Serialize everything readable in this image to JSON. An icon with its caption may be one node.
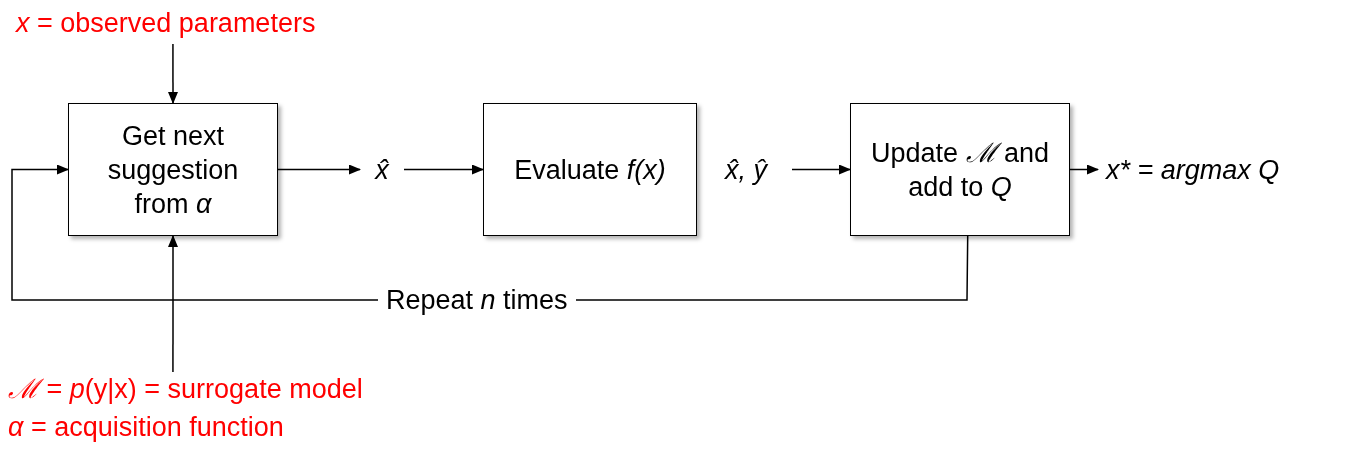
{
  "diagram": {
    "nodes": [
      {
        "text": [
          "*x* = observed parameters"
        ]
      },
      {
        "text": [
          "Get next suggestion from *α*"
        ]
      },
      {
        "text": [
          "x̂"
        ]
      },
      {
        "text": [
          "Evaluate *f(x)*"
        ]
      },
      {
        "text": [
          "x̂, ŷ"
        ]
      },
      {
        "text": [
          "Update *ℳ* and add to *Q*"
        ]
      },
      {
        "text": [
          "x* = argmax Q"
        ]
      },
      {
        "text": [
          "*ℳ* = *p*(y|x) = surrogate model",
          "*α* = acquisition function"
        ]
      }
    ],
    "edges": [
      {
        "from": 0,
        "to": 1,
        "arrow": "to"
      },
      {
        "from": 1,
        "to": 2,
        "arrow": "to"
      },
      {
        "from": 2,
        "to": 3,
        "arrow": "to"
      },
      {
        "from": 4,
        "to": 5,
        "arrow": "to"
      },
      {
        "from": 5,
        "to": 6,
        "arrow": "to"
      },
      {
        "from": 7,
        "to": 1,
        "arrow": "to"
      },
      {
        "from": 5,
        "to": 1,
        "arrow": "to",
        "label": "Repeat *n* times"
      }
    ]
  }
}
